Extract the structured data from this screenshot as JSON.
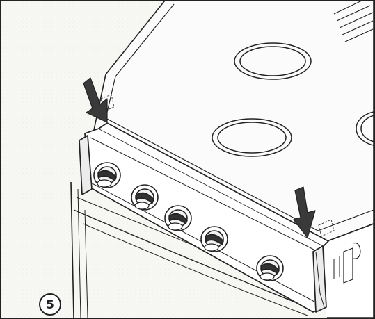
{
  "figure": {
    "step_number": "5",
    "colors": {
      "line": "#222222",
      "background": "#f7f7f4",
      "arrow": "#333333",
      "knob": "#f2f2f2"
    },
    "illustration": "cooker-top-lid-installation",
    "hotplates": 3,
    "control_knobs": 5,
    "arrows": [
      "arrow-left-clip",
      "arrow-right-clip"
    ]
  }
}
